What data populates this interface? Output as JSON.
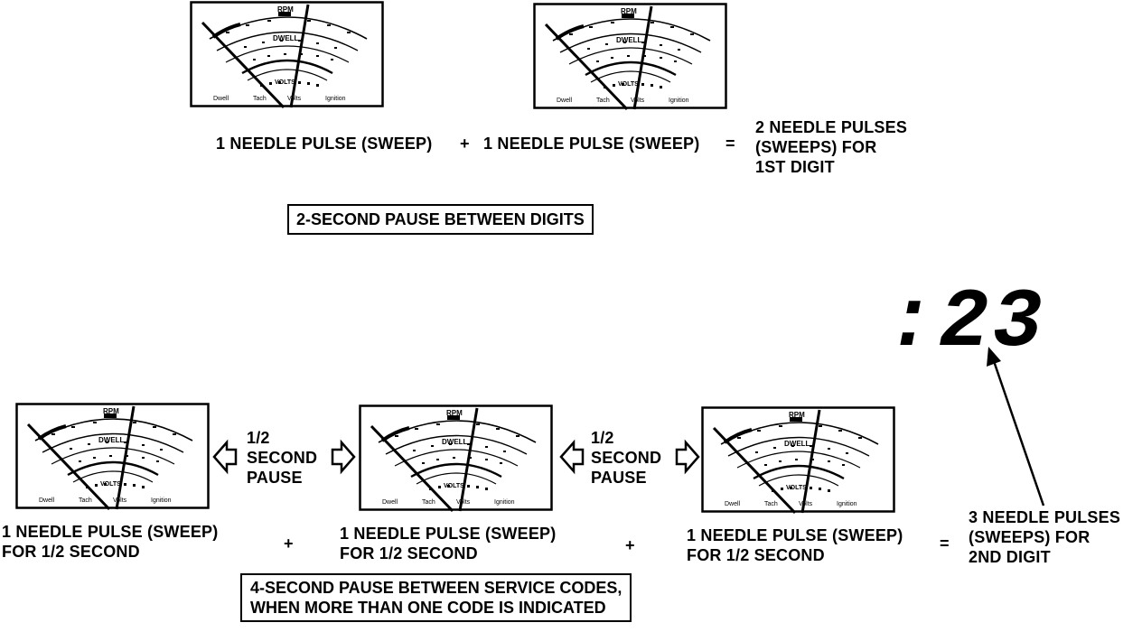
{
  "meter": {
    "scale_title": "RPM",
    "scale_label": "DWELL",
    "volts_label": "VOLTS",
    "bottom_labels": [
      "Dwell",
      "Tach",
      "Volts",
      "Ignition"
    ]
  },
  "top": {
    "pulse_1": "1 NEEDLE PULSE (SWEEP)",
    "plus": "+",
    "pulse_2": "1 NEEDLE PULSE (SWEEP)",
    "equals": "=",
    "result": [
      "2 NEEDLE PULSES",
      "(SWEEPS) FOR",
      "1ST DIGIT"
    ],
    "pause_box": "2-SECOND PAUSE BETWEEN DIGITS"
  },
  "display": {
    "code": ":23"
  },
  "bottom": {
    "pause_left": [
      "1/2",
      "SECOND",
      "PAUSE"
    ],
    "pause_right": [
      "1/2",
      "SECOND",
      "PAUSE"
    ],
    "pulse_1": [
      "1 NEEDLE PULSE (SWEEP)",
      "FOR 1/2 SECOND"
    ],
    "plus_1": "+",
    "pulse_2": [
      "1 NEEDLE PULSE (SWEEP)",
      "FOR 1/2 SECOND"
    ],
    "plus_2": "+",
    "pulse_3": [
      "1 NEEDLE PULSE (SWEEP)",
      "FOR 1/2 SECOND"
    ],
    "equals": "=",
    "result": [
      "3 NEEDLE PULSES",
      "(SWEEPS) FOR",
      "2ND DIGIT"
    ],
    "pause_box": [
      "4-SECOND PAUSE BETWEEN SERVICE CODES,",
      "WHEN MORE THAN ONE CODE IS INDICATED"
    ]
  }
}
